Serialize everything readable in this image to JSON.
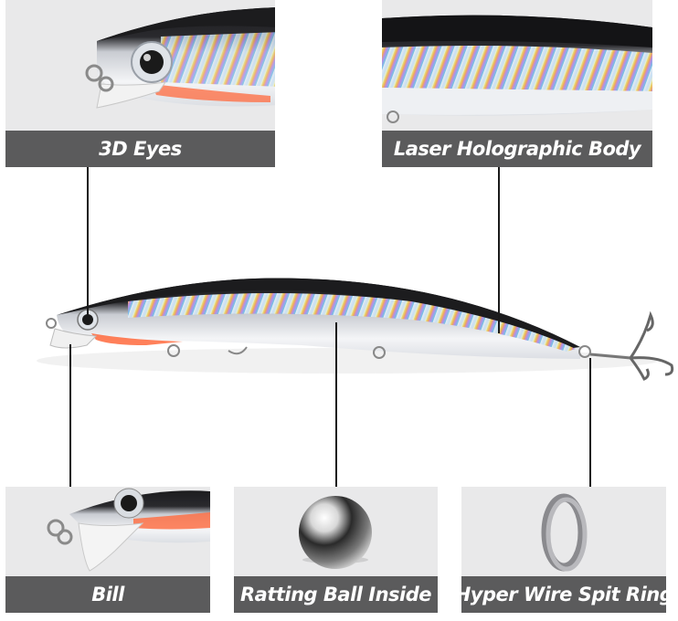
{
  "features": {
    "eyes": {
      "label": "3D Eyes"
    },
    "body": {
      "label": "Laser Holographic Body"
    },
    "bill": {
      "label": "Bill"
    },
    "ball": {
      "label": "Ratting Ball Inside"
    },
    "ring": {
      "label": "Hyper Wire Spit Ring"
    }
  },
  "colors": {
    "caption_bg": "#5b5b5c",
    "panel_bg": "#e9e9ea",
    "lure_back": "#1c1c1e",
    "lure_belly": "#ffffff",
    "bill_tint": "#ff6a3d",
    "leader_line": "#1a1a1a"
  }
}
